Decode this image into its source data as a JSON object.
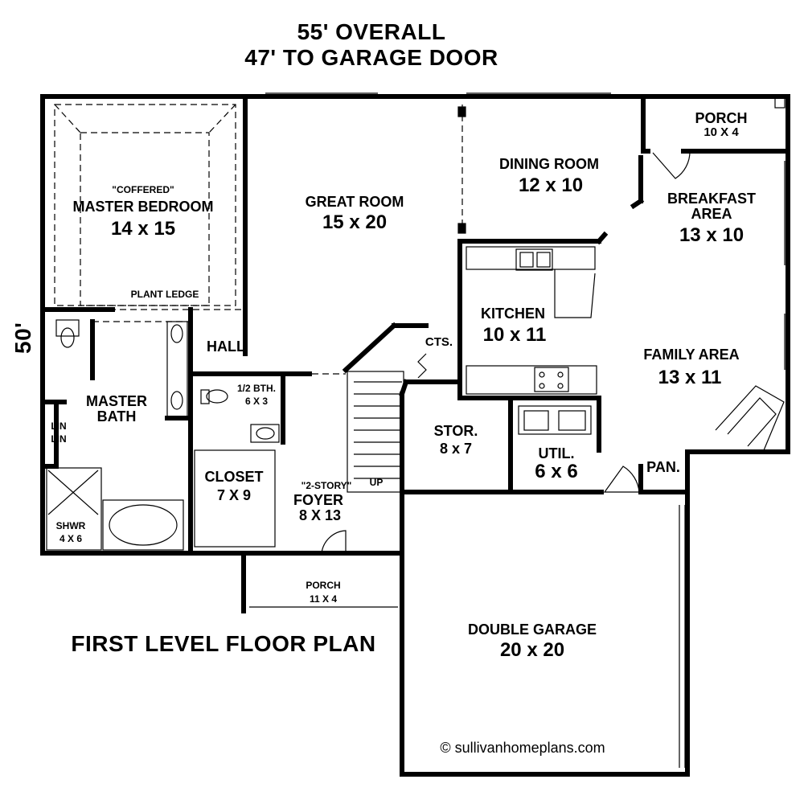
{
  "header": {
    "overall": "55' OVERALL",
    "garage_door": "47' TO GARAGE DOOR"
  },
  "side_dimension": "50'",
  "plan_title": "FIRST LEVEL FLOOR PLAN",
  "copyright": "© sullivanhomeplans.com",
  "rooms": {
    "master_bedroom": {
      "note": "\"COFFERED\"",
      "name": "MASTER BEDROOM",
      "size": "14 x 15"
    },
    "plant_ledge": {
      "name": "PLANT LEDGE"
    },
    "great_room": {
      "name": "GREAT ROOM",
      "size": "15 x 20"
    },
    "dining_room": {
      "name": "DINING ROOM",
      "size": "12 x 10"
    },
    "porch_back": {
      "name": "PORCH",
      "size": "10 X 4"
    },
    "breakfast": {
      "name": "BREAKFAST AREA",
      "size": "13 x 10"
    },
    "kitchen": {
      "name": "KITCHEN",
      "size": "10 x 11"
    },
    "cts": {
      "name": "CTS."
    },
    "hall": {
      "name": "HALL"
    },
    "half_bath": {
      "name": "1/2 BTH.",
      "size": "6 X 3"
    },
    "master_bath": {
      "name": "MASTER BATH"
    },
    "lin": {
      "name": "LIN"
    },
    "shower": {
      "name": "SHWR",
      "size": "4 X 6"
    },
    "closet": {
      "name": "CLOSET",
      "size": "7 X 9"
    },
    "foyer": {
      "note": "\"2-STORY\"",
      "name": "FOYER",
      "size": "8 X 13",
      "up": "UP"
    },
    "storage": {
      "name": "STOR.",
      "size": "8 x 7"
    },
    "util": {
      "name": "UTIL.",
      "size": "6 x 6"
    },
    "family": {
      "name": "FAMILY AREA",
      "size": "13 x 11"
    },
    "pantry": {
      "name": "PAN."
    },
    "porch_front": {
      "name": "PORCH",
      "size": "11 X 4"
    },
    "garage": {
      "name": "DOUBLE GARAGE",
      "size": "20 x 20"
    }
  }
}
